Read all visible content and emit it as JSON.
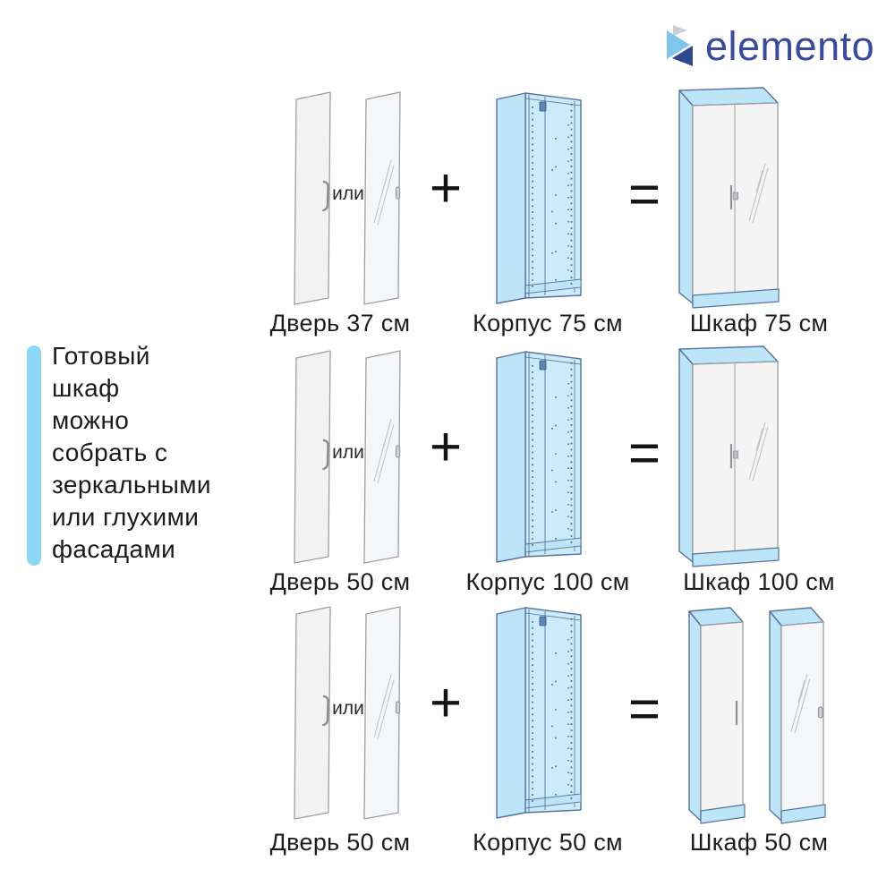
{
  "logo": {
    "text": "elemento"
  },
  "note": {
    "text": "Готовый\nшкаф\nможно\nсобрать с\nзеркальными\nили глухими\nфасадами"
  },
  "or_label": "или",
  "operators": {
    "plus": "+",
    "equals": "="
  },
  "rows": [
    {
      "door_label": "Дверь 37 см",
      "body_label": "Корпус 75 см",
      "result_label": "Шкаф 75 см"
    },
    {
      "door_label": "Дверь 50 см",
      "body_label": "Корпус 100 см",
      "result_label": "Шкаф 100 см"
    },
    {
      "door_label": "Дверь 50 см",
      "body_label": "Корпус 50 см",
      "result_label": "Шкаф 50 см"
    }
  ],
  "colors": {
    "accent_bar": "#8BD7F5",
    "cabinet_fill": "#BEE4F8",
    "cabinet_interior": "#CBEAFA",
    "cabinet_outline": "#56749B",
    "pinhole_dots": "#39679A",
    "door_fill": "#F2F2F2",
    "door_outline": "#9AA0A4",
    "logo_text": "#3A4A9F",
    "logo_light_blue": "#7EC7EB",
    "logo_dark_blue": "#2E4A8F",
    "logo_gray": "#C9CED6",
    "text": "#1C1C1C"
  }
}
